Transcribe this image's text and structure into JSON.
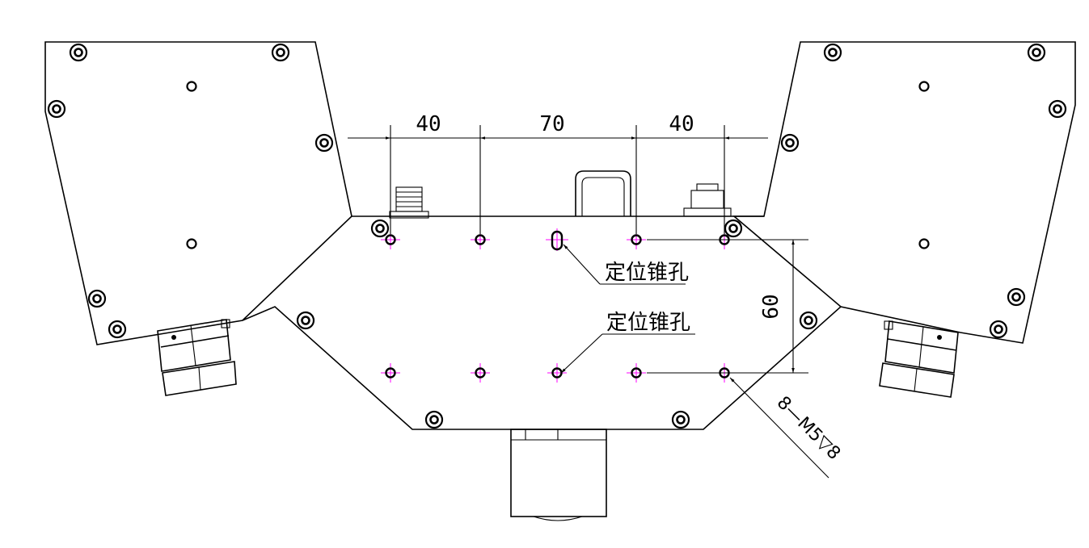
{
  "dimensions": {
    "d1": "40",
    "d2": "70",
    "d3": "40",
    "d4": "60"
  },
  "callouts": {
    "taper_hole_top": "定位锥孔",
    "taper_hole_bottom": "定位锥孔",
    "thread_spec": "8—M5▽8"
  },
  "colors": {
    "line": "#000000",
    "center_mark": "#ff00ff",
    "background": "#ffffff"
  }
}
